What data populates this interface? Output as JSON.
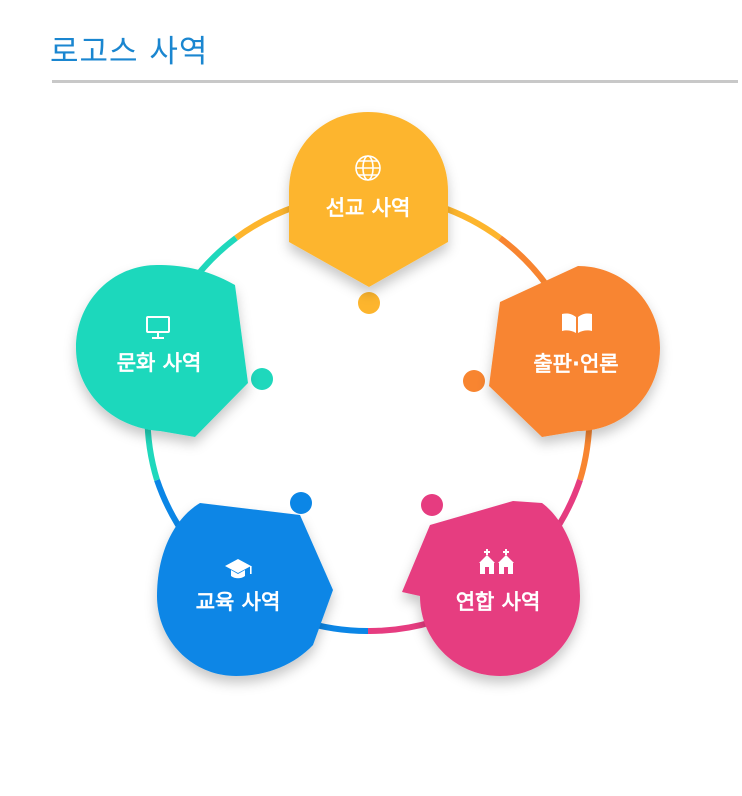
{
  "page": {
    "title": "로고스 사역"
  },
  "colors": {
    "title": "#1a86d0",
    "rule": "#c8c8c8",
    "mission": "#fdb52d",
    "publishing": "#f88530",
    "union": "#e63c80",
    "education": "#0b86e6",
    "culture": "#1fd8bc"
  },
  "nodes": [
    {
      "id": "mission",
      "label": "선교 사역",
      "icon": "globe-icon"
    },
    {
      "id": "publishing",
      "label": "출판·언론",
      "icon": "book-icon"
    },
    {
      "id": "union",
      "label": "연합 사역",
      "icon": "churches-icon"
    },
    {
      "id": "education",
      "label": "교육 사역",
      "icon": "graduation-cap-icon"
    },
    {
      "id": "culture",
      "label": "문화 사역",
      "icon": "monitor-icon"
    }
  ]
}
